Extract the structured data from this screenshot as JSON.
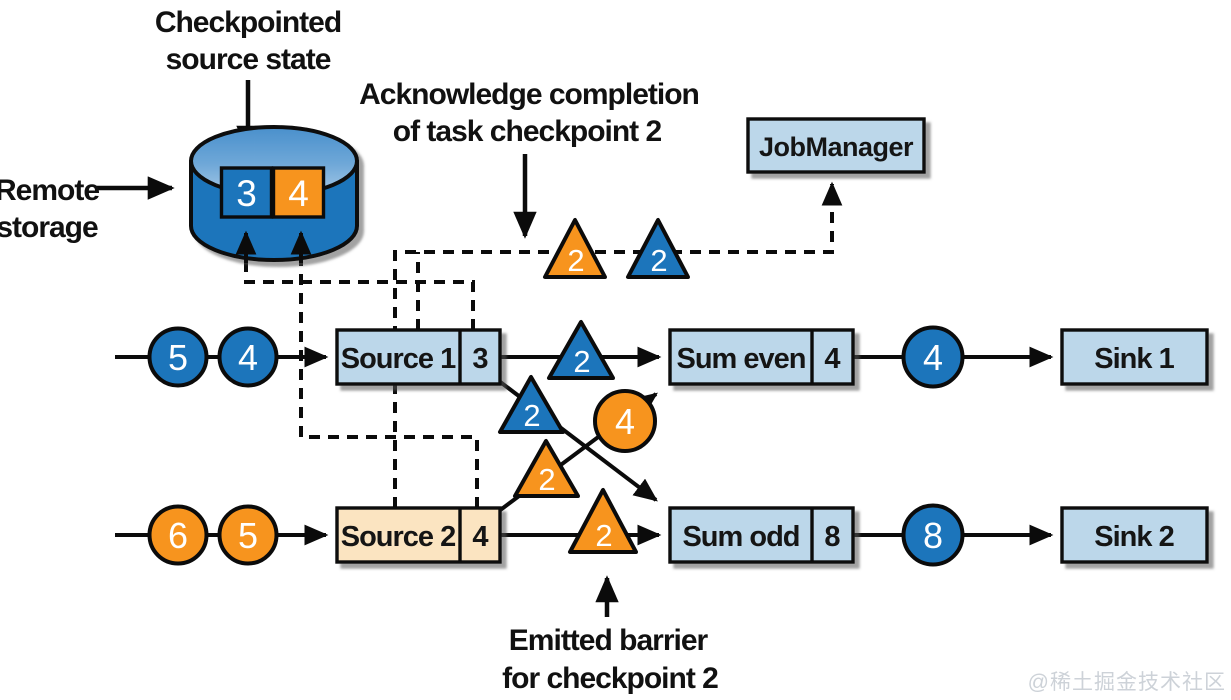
{
  "annotations": {
    "checkpointed_source_state": {
      "line1": "Checkpointed",
      "line2": "source state"
    },
    "remote_storage": {
      "line1": "Remote",
      "line2": "storage"
    },
    "acknowledge_completion": {
      "line1": "Acknowledge completion",
      "line2": "of task checkpoint 2"
    },
    "emitted_barrier": {
      "line1": "Emitted barrier",
      "line2": "for checkpoint 2"
    },
    "watermark": "@稀土掘金技术社区"
  },
  "job_manager": {
    "label": "JobManager"
  },
  "remote_storage": {
    "checkpoint_slots": [
      {
        "value": "3"
      },
      {
        "value": "4"
      }
    ]
  },
  "ack_barriers": {
    "from_source2": "2",
    "from_source1": "2"
  },
  "pipeline_even": {
    "input_records": [
      "5",
      "4"
    ],
    "source": {
      "label": "Source 1",
      "state": "3"
    },
    "barrier_to_sum_even": "2",
    "barrier_to_sum_odd": "2",
    "aggregator": {
      "label": "Sum even",
      "state": "4"
    },
    "output_record": "4",
    "sink": {
      "label": "Sink 1"
    }
  },
  "pipeline_odd": {
    "input_records": [
      "6",
      "5"
    ],
    "source": {
      "label": "Source 2",
      "state": "4"
    },
    "barrier_to_sum_odd": "2",
    "barrier_to_sum_even": "2",
    "record_to_sum_even": "4",
    "aggregator": {
      "label": "Sum odd",
      "state": "8"
    },
    "output_record": "8",
    "sink": {
      "label": "Sink 2"
    }
  },
  "colors": {
    "record_blue": "#1C75BB",
    "record_orange": "#F7941E",
    "node_fill_blue": "#BCD7EA",
    "node_fill_peach": "#FBE4C1",
    "edge_black": "#0B0B0B",
    "watermark_gray": "#CDD2D8"
  }
}
